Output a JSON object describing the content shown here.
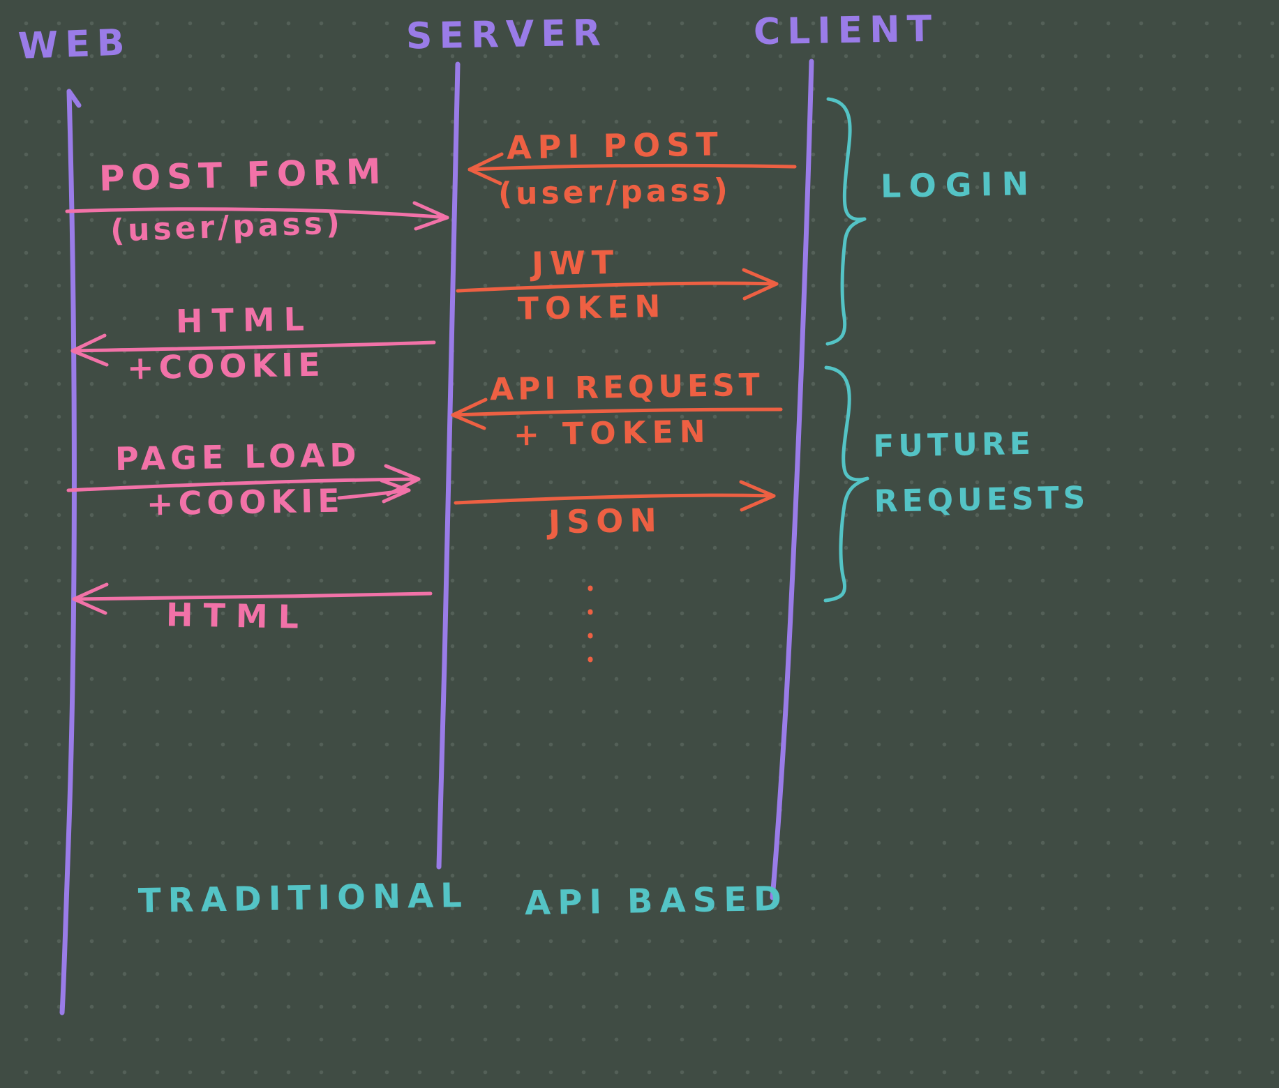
{
  "lifelines": {
    "web": "WEB",
    "server": "SERVER",
    "client": "CLIENT"
  },
  "traditional": {
    "post_form": {
      "label": "POST FORM",
      "sub": "(user/pass)",
      "direction": "web-to-server"
    },
    "html_cookie": {
      "label": "HTML",
      "sub": "+COOKIE",
      "direction": "server-to-web"
    },
    "page_load": {
      "label": "PAGE LOAD",
      "sub": "+COOKIE",
      "direction": "web-to-server"
    },
    "html": {
      "label": "HTML",
      "direction": "server-to-web"
    },
    "caption": "TRADITIONAL"
  },
  "api": {
    "api_post": {
      "label": "API POST",
      "sub": "(user/pass)",
      "direction": "client-to-server"
    },
    "jwt_token": {
      "label": "JWT",
      "sub": "TOKEN",
      "direction": "server-to-client"
    },
    "api_request": {
      "label": "API REQUEST",
      "sub": "+ TOKEN",
      "direction": "client-to-server"
    },
    "json": {
      "label": "JSON",
      "direction": "server-to-client"
    },
    "caption": "API BASED"
  },
  "groups": {
    "login": "LOGIN",
    "future": "FUTURE REQUESTS"
  },
  "colors": {
    "background": "#404c44",
    "purple": "#9a7ce8",
    "pink": "#f272a8",
    "orange": "#ee6043",
    "teal": "#54c4c6"
  }
}
